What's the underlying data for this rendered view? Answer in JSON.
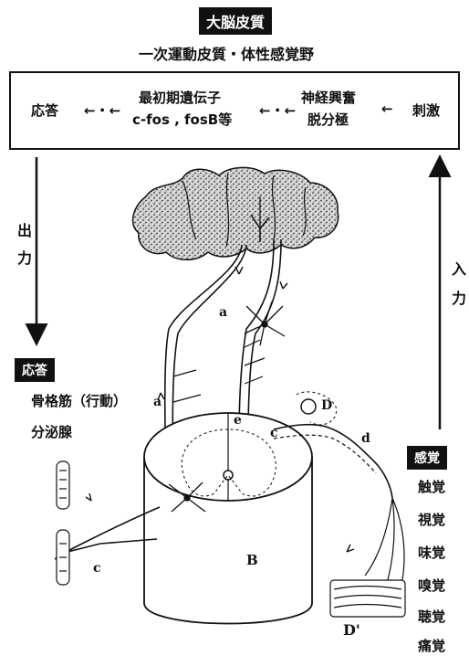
{
  "header": {
    "title": "大脳皮質",
    "subtitle": "一次運動皮質・体性感覚野"
  },
  "flow": {
    "response": "応答",
    "arrow_left_1": "←・←",
    "gene_line1": "最初期遺伝子",
    "gene_line2": "c-fos , fosB等",
    "arrow_left_2": "←・←",
    "neural_line1": "神経興奮",
    "neural_line2": "脱分極",
    "arrow_left_3": "←",
    "stimulus": "刺激"
  },
  "side": {
    "output_chars": [
      "出",
      "力"
    ],
    "input_chars": [
      "入",
      "力"
    ]
  },
  "response_panel": {
    "title": "応答",
    "items": [
      "骨格筋（行動）",
      "分泌腺"
    ]
  },
  "sensation_panel": {
    "title": "感覚",
    "items": [
      "触覚",
      "視覚",
      "味覚",
      "嗅覚",
      "聴覚",
      "痛覚"
    ]
  },
  "diagram_labels": {
    "a_top": "a",
    "a_left": "a",
    "c_right": "c",
    "c_bottom": "c",
    "b": "B",
    "d": "D",
    "d_prime": "D'",
    "d_small": "d",
    "e": "e"
  },
  "colors": {
    "ink": "#111111",
    "label_bg": "#111111",
    "label_fg": "#ffffff",
    "cortex_fill": "#9a9a9a"
  }
}
